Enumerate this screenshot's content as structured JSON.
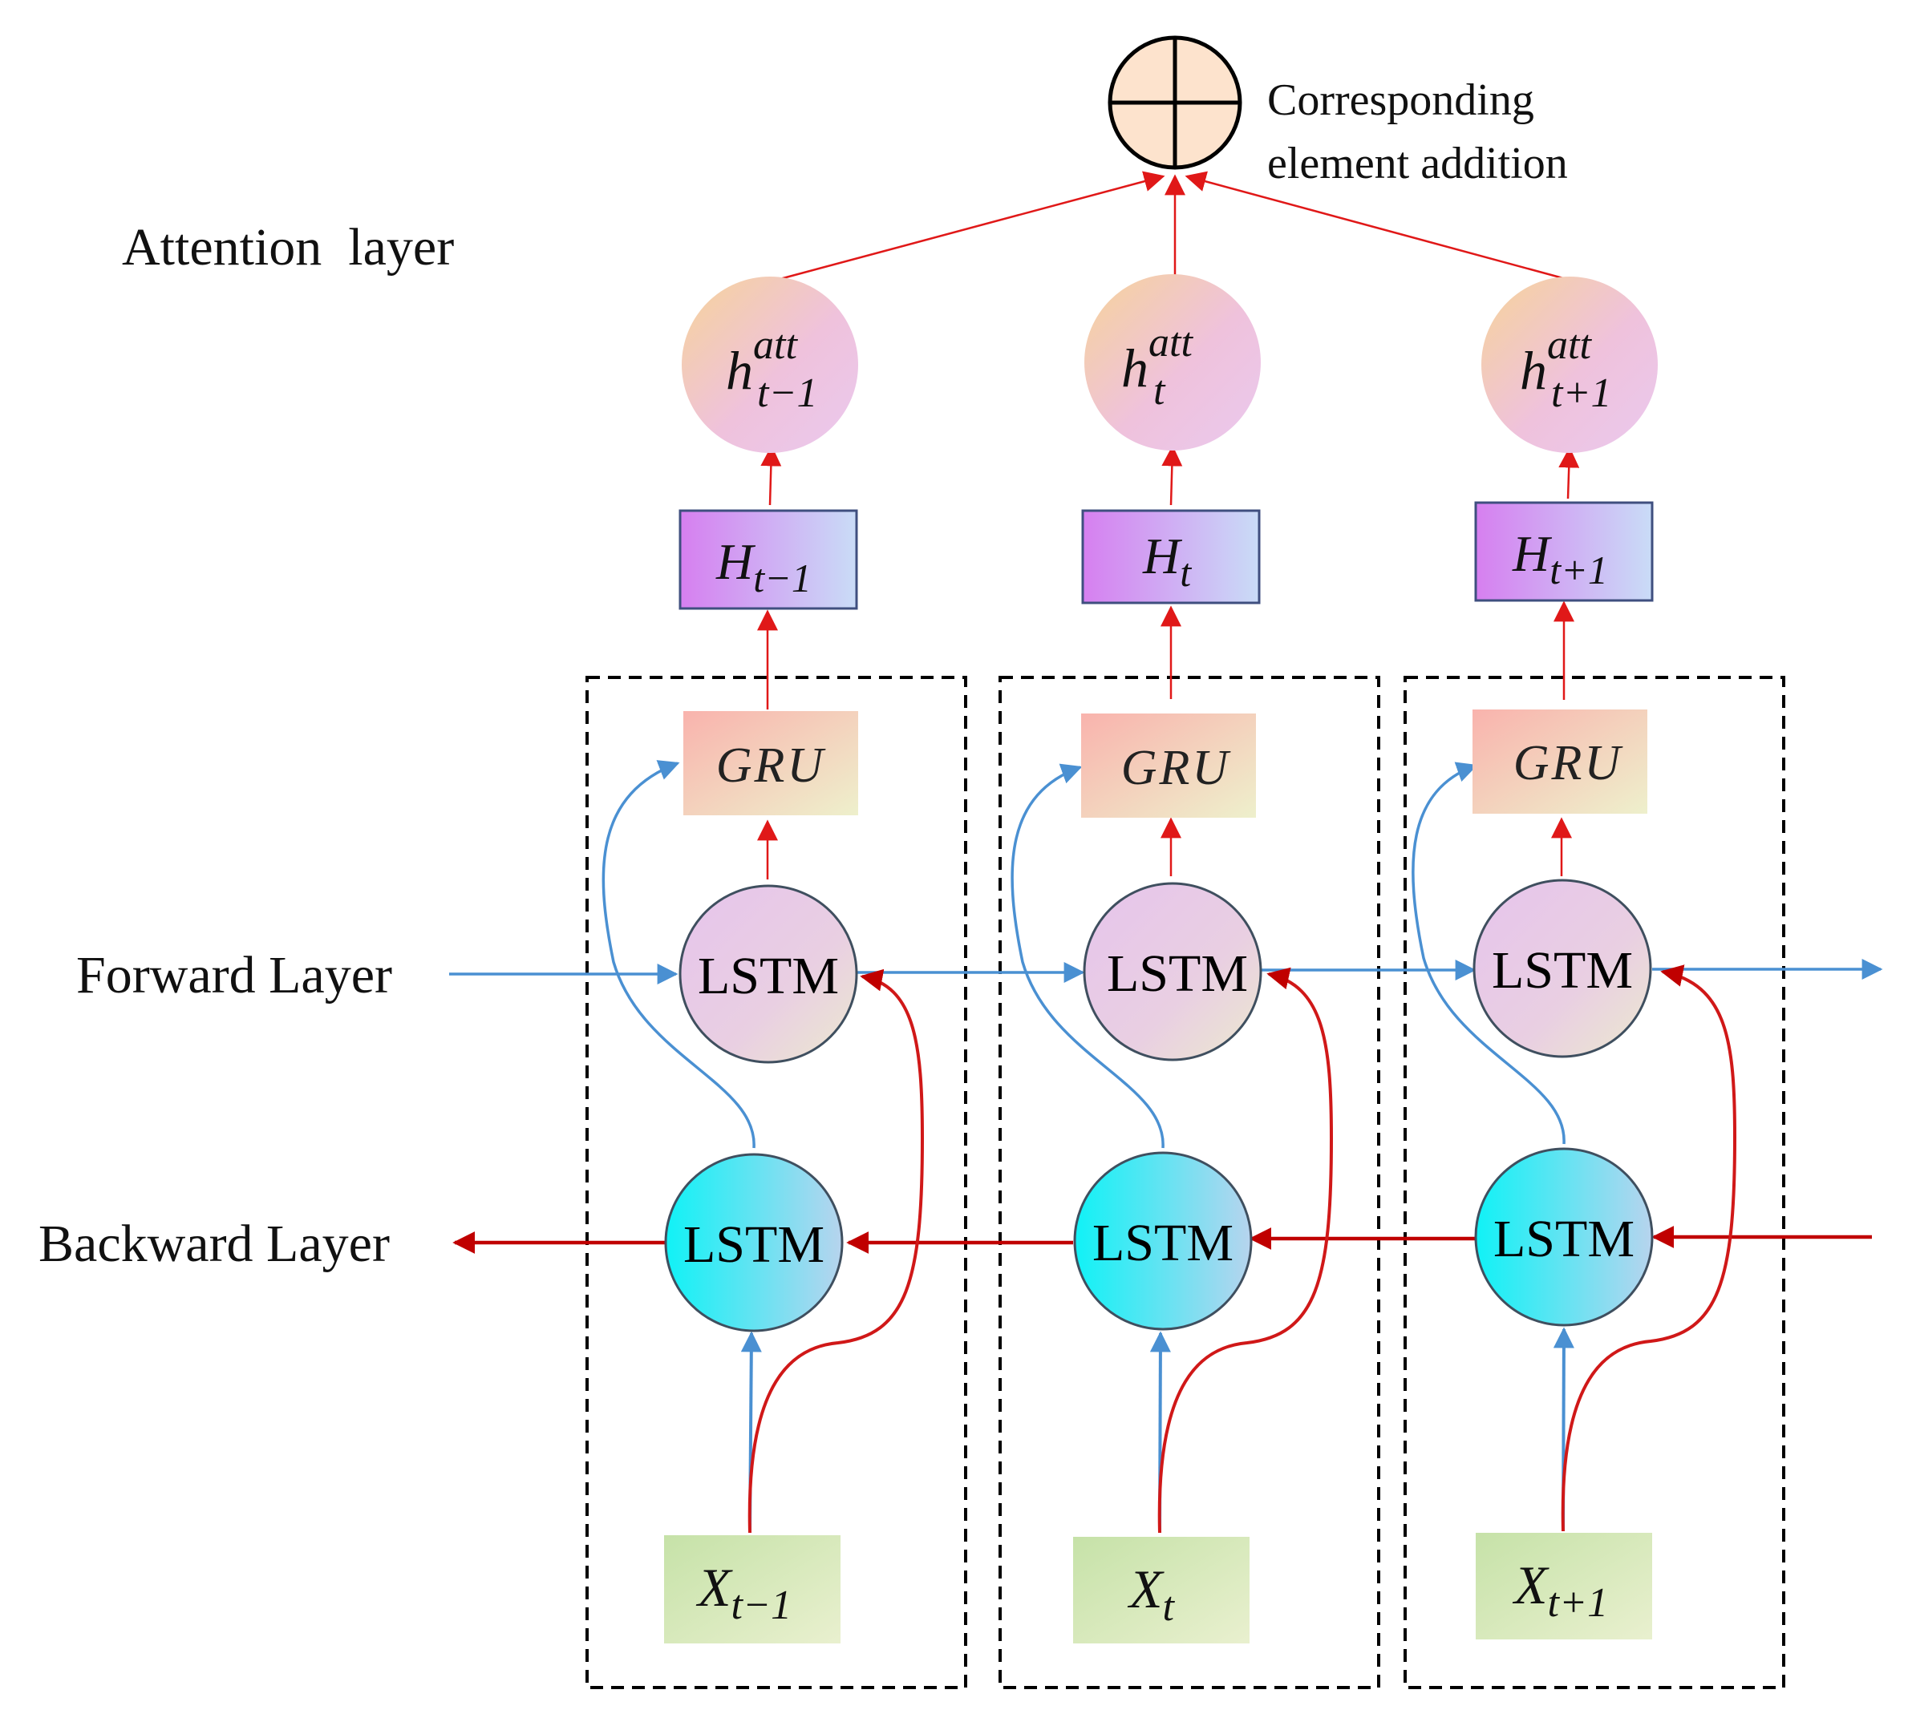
{
  "labels": {
    "attention_layer": "Attention  layer",
    "forward_layer": "Forward Layer",
    "backward_layer": "Backward Layer",
    "addition_line1": "Corresponding",
    "addition_line2": "element addition",
    "lstm": "LSTM",
    "gru": "GRU"
  },
  "columns": [
    {
      "att_base": "h",
      "att_sup": "att",
      "att_sub": "t−1",
      "H_base": "H",
      "H_sub": "t−1",
      "X_base": "X",
      "X_sub": "t−1"
    },
    {
      "att_base": "h",
      "att_sup": "att",
      "att_sub": "t",
      "H_base": "H",
      "H_sub": "t",
      "X_base": "X",
      "X_sub": "t"
    },
    {
      "att_base": "h",
      "att_sup": "att",
      "att_sub": "t+1",
      "H_base": "H",
      "H_sub": "t+1",
      "X_base": "X",
      "X_sub": "t+1"
    }
  ],
  "colors": {
    "forward_arrow": "#4a90d2",
    "backward_arrow": "#c00000",
    "up_arrow": "#e01818",
    "adder_fill": "#fde3cd"
  }
}
